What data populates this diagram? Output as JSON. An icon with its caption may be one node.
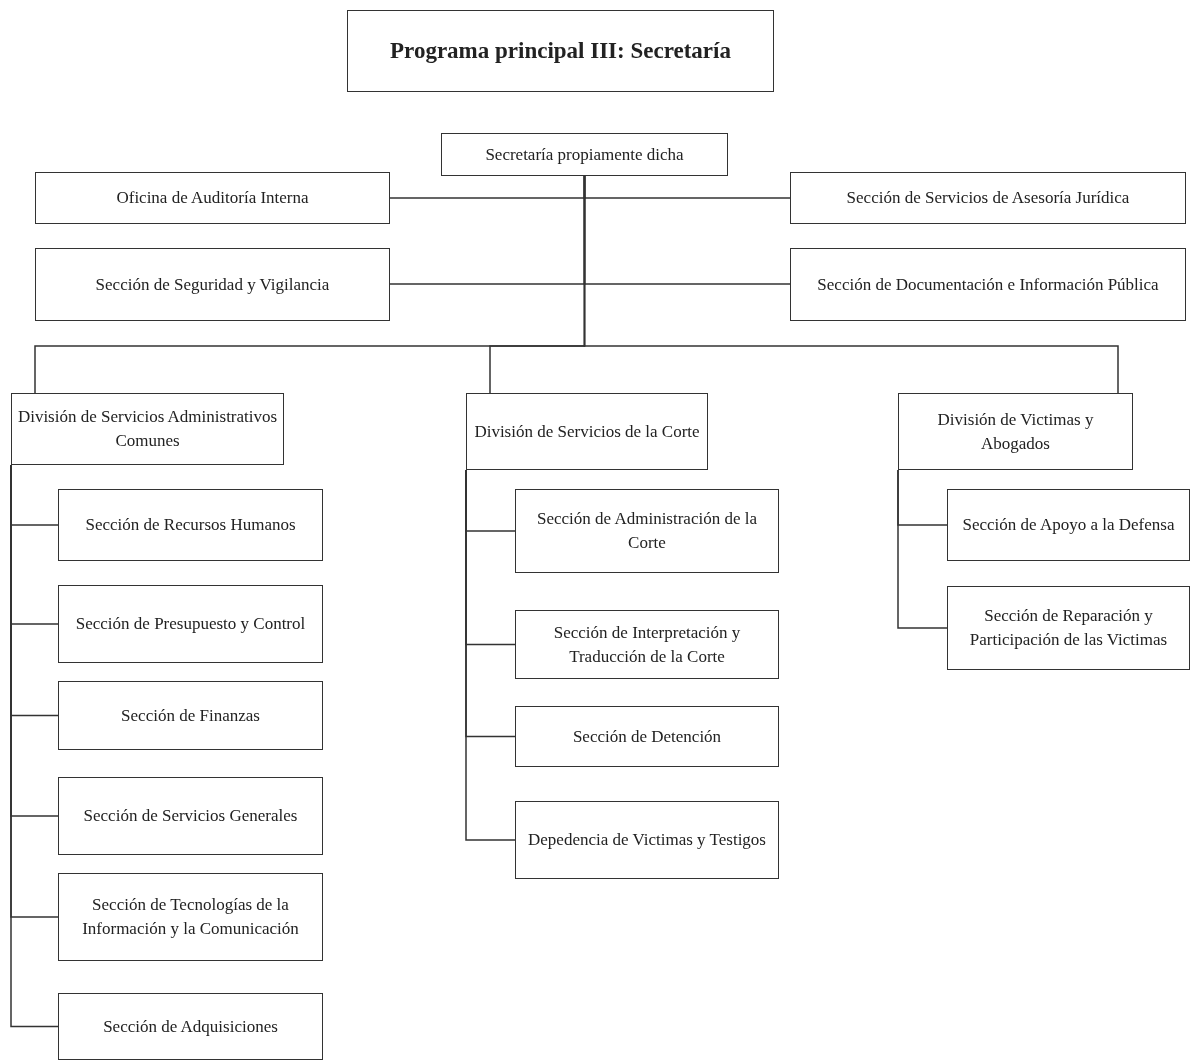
{
  "diagram": {
    "title": "Programa principal III: Secretaría",
    "nodes": [
      {
        "text": [
          "Secretaría propiamente dicha"
        ]
      },
      {
        "text": [
          "Oficina de Auditoría Interna"
        ]
      },
      {
        "text": [
          "Sección de Servicios de Asesoría Jurídica"
        ]
      },
      {
        "text": [
          "Sección de Seguridad y Vigilancia"
        ]
      },
      {
        "text": [
          "Sección de Documentación e Información Pública"
        ]
      },
      {
        "text": [
          "División de Servicios Administrativos Comunes"
        ]
      },
      {
        "text": [
          "Sección de Recursos Humanos"
        ]
      },
      {
        "text": [
          "Sección de Presupuesto y Control"
        ]
      },
      {
        "text": [
          "Sección de Finanzas"
        ]
      },
      {
        "text": [
          "Sección de Servicios Generales"
        ]
      },
      {
        "text": [
          "Sección de Tecnologías de la Información y la Comunicación"
        ]
      },
      {
        "text": [
          "Sección de Adquisiciones"
        ]
      },
      {
        "text": [
          "División de Servicios de la Corte"
        ]
      },
      {
        "text": [
          "Sección de Administración de la Corte"
        ]
      },
      {
        "text": [
          "Sección de Interpretación y Traducción de la Corte"
        ]
      },
      {
        "text": [
          "Sección de Detención"
        ]
      },
      {
        "text": [
          "Depedencia de Victimas y Testigos"
        ]
      },
      {
        "text": [
          "División de Victimas y Abogados"
        ]
      },
      {
        "text": [
          "Sección de Apoyo a la Defensa"
        ]
      },
      {
        "text": [
          "Sección de Reparación y Participación de las Victimas"
        ]
      }
    ],
    "edges": [
      {
        "from": 0,
        "to": 1,
        "arrow": "none"
      },
      {
        "from": 0,
        "to": 2,
        "arrow": "none"
      },
      {
        "from": 0,
        "to": 3,
        "arrow": "none"
      },
      {
        "from": 0,
        "to": 4,
        "arrow": "none"
      },
      {
        "from": 0,
        "to": 5,
        "arrow": "none"
      },
      {
        "from": 0,
        "to": 12,
        "arrow": "none"
      },
      {
        "from": 0,
        "to": 17,
        "arrow": "none"
      },
      {
        "from": 5,
        "to": 6,
        "arrow": "none"
      },
      {
        "from": 5,
        "to": 7,
        "arrow": "none"
      },
      {
        "from": 5,
        "to": 8,
        "arrow": "none"
      },
      {
        "from": 5,
        "to": 9,
        "arrow": "none"
      },
      {
        "from": 5,
        "to": 10,
        "arrow": "none"
      },
      {
        "from": 5,
        "to": 11,
        "arrow": "none"
      },
      {
        "from": 12,
        "to": 13,
        "arrow": "none"
      },
      {
        "from": 12,
        "to": 14,
        "arrow": "none"
      },
      {
        "from": 12,
        "to": 15,
        "arrow": "none"
      },
      {
        "from": 12,
        "to": 16,
        "arrow": "none"
      },
      {
        "from": 17,
        "to": 18,
        "arrow": "none"
      },
      {
        "from": 17,
        "to": 19,
        "arrow": "none"
      }
    ]
  }
}
